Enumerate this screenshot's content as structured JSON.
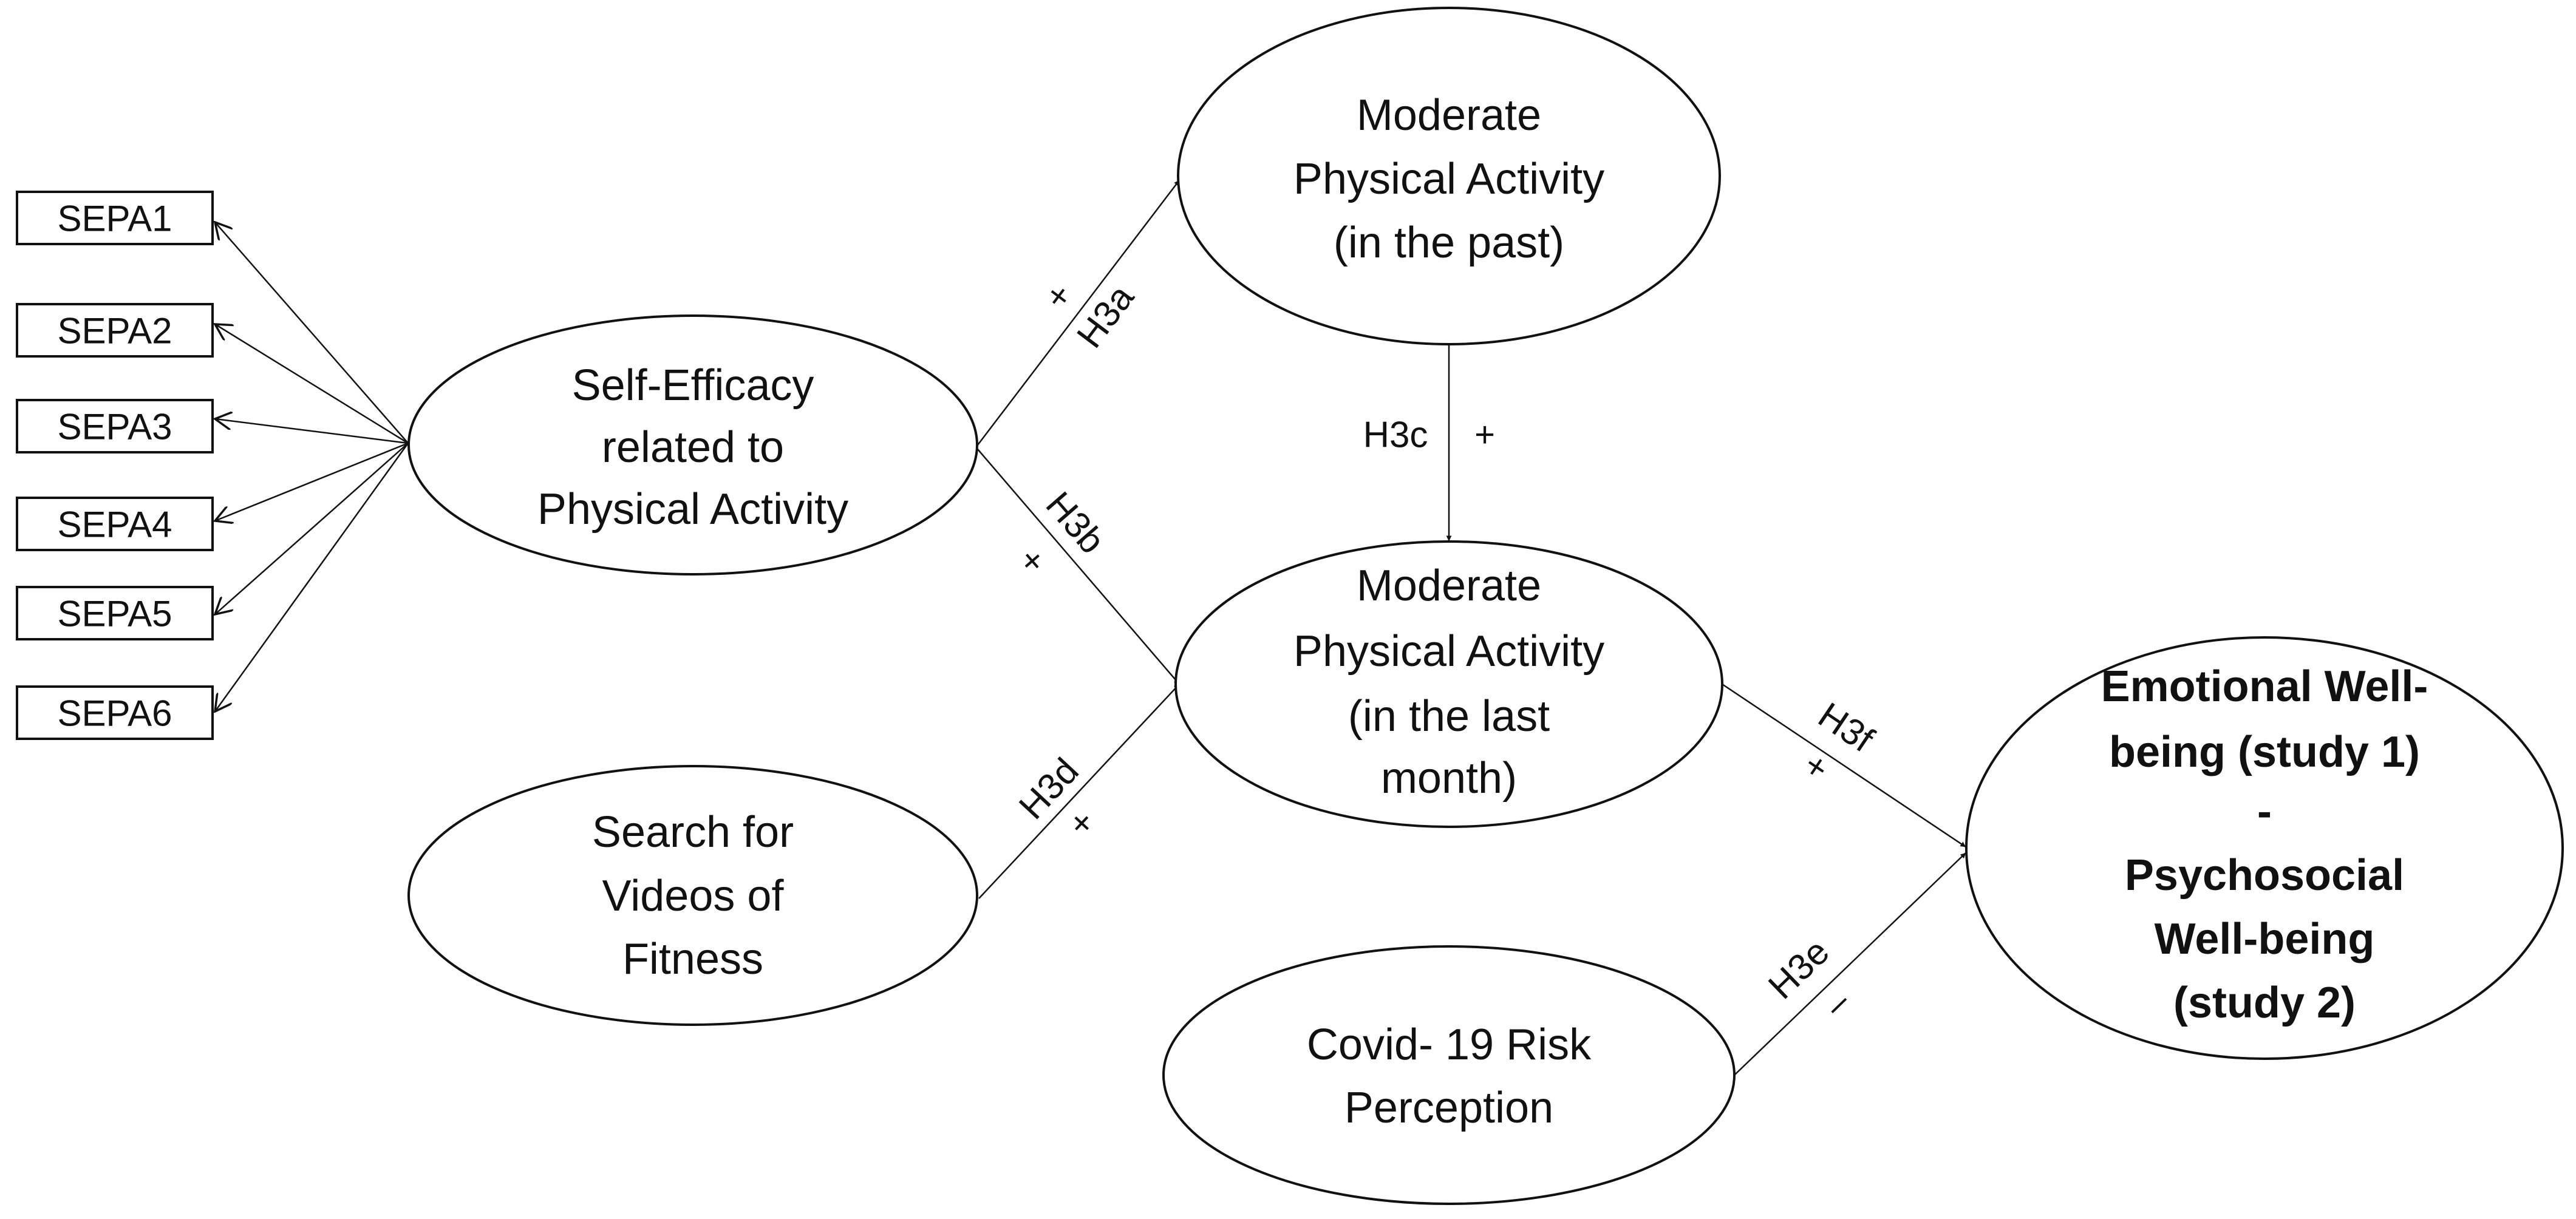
{
  "indicators": [
    "SEPA1",
    "SEPA2",
    "SEPA3",
    "SEPA4",
    "SEPA5",
    "SEPA6"
  ],
  "constructs": {
    "self_efficacy": [
      "Self-Efficacy",
      "related to",
      "Physical Activity"
    ],
    "search_videos": [
      "Search for",
      "Videos of",
      "Fitness"
    ],
    "mpa_past": [
      "Moderate",
      "Physical Activity",
      "(in the past)"
    ],
    "mpa_last_month": [
      "Moderate",
      "Physical Activity",
      "(in the last",
      "month)"
    ],
    "covid_risk": [
      "Covid- 19 Risk",
      "Perception"
    ],
    "wellbeing": [
      "Emotional Well-",
      "being (study 1)",
      "-",
      "Psychosocial",
      "Well-being",
      "(study 2)"
    ]
  },
  "hypotheses": {
    "h3a": {
      "label": "H3a",
      "sign": "+"
    },
    "h3b": {
      "label": "H3b",
      "sign": "+"
    },
    "h3c": {
      "label": "H3c",
      "sign": "+"
    },
    "h3d": {
      "label": "H3d",
      "sign": "+"
    },
    "h3e": {
      "label": "H3e",
      "sign": "–"
    },
    "h3f": {
      "label": "H3f",
      "sign": "+"
    }
  }
}
